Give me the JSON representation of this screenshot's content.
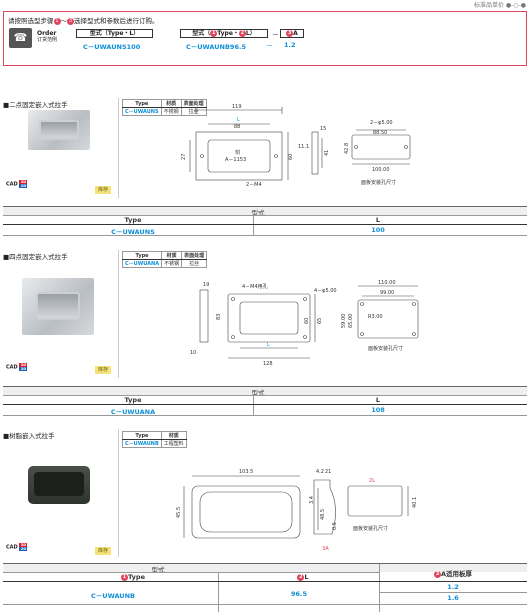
{
  "page": {
    "top_note": "标准品单价 ●-○-●"
  },
  "order": {
    "instruction": "请按照选型步骤",
    "step_start": "1",
    "tilde": "～",
    "step_end": "3",
    "instruction_tail": "选择型式和参数后进行订购。",
    "icon_label_en": "Order",
    "icon_label_cn": "订货范例",
    "box1_label": "型式（Type・L）",
    "box1_value": "C－UWAUNS100",
    "box2_label_a": "型式（",
    "box2_label_n1": "1",
    "box2_label_b": "Type・",
    "box2_label_n2": "2",
    "box2_label_c": "L）",
    "box2_value": "C－UWAUNB96.5",
    "dash": "－",
    "box3_n": "3",
    "box3_label": "A",
    "box3_value": "1.2"
  },
  "sections": [
    {
      "title": "■二点固定嵌入式拉手",
      "mat_headers": [
        "Type",
        "材质",
        "表面处理"
      ],
      "mat_row": [
        "C－UWAUNS",
        "不锈钢",
        "拉丝"
      ],
      "stock": "库存",
      "cad": "CAD",
      "cad_a": "3D",
      "cad_b": "2D",
      "table_title": "型式",
      "col1": "Type",
      "col2": "L",
      "row": [
        "C－UWAUNS",
        "100"
      ]
    },
    {
      "title": "■四点固定嵌入式拉手",
      "mat_headers": [
        "Type",
        "材质",
        "表面处理"
      ],
      "mat_row": [
        "C－UWUANA",
        "不锈钢",
        "拉丝"
      ],
      "stock": "库存",
      "cad": "CAD",
      "cad_a": "3D",
      "cad_b": "2D",
      "table_title": "型式",
      "col1": "Type",
      "col2": "L",
      "row": [
        "C－UWUANA",
        "108"
      ]
    },
    {
      "title": "■树脂嵌入式拉手",
      "mat_headers": [
        "Type",
        "材质"
      ],
      "mat_row": [
        "C－UWAUNB",
        "工程塑料"
      ],
      "stock": "库存",
      "cad": "CAD",
      "cad_a": "3D",
      "cad_b": "2D",
      "table_title": "型式",
      "col1_n": "1",
      "col1": "Type",
      "col2_n": "2",
      "col2": "L",
      "col3_n": "3",
      "col3": "A适用板厚",
      "row": [
        "C－UWAUNB",
        "96.5"
      ],
      "a_values": [
        "1.2",
        "1.6"
      ]
    }
  ],
  "drawings": {
    "d1": {
      "len": "119",
      "L": "L",
      "inner": "88",
      "h": "60",
      "h2": "27",
      "mark": "刻",
      "part": "A－1153",
      "t": "15",
      "t2": "11.1",
      "t3": "41",
      "m": "2－M4",
      "holes": "2－φ5.00",
      "w1": "88.50",
      "hh": "42.8",
      "w2": "100.00",
      "cap": "面板安装孔尺寸"
    },
    "d2": {
      "t1": "19",
      "h1": "83",
      "tap": "4－M4用孔",
      "h2": "65",
      "h3": "60",
      "L": "L",
      "w": "128",
      "t2": "10",
      "holes": "4－φ5.00",
      "w1": "110.00",
      "w2": "99.00",
      "h4": "65.00",
      "h5": "59.00",
      "r": "R3.00",
      "cap": "面板安装孔尺寸"
    },
    "d3": {
      "w": "103.5",
      "h": "45.5",
      "d1": "4.2",
      "d2": "21",
      "d3": "3.4",
      "d4": "48.5",
      "d5": "0.5",
      "L": "L",
      "n2": "2",
      "A": "A",
      "n3": "3",
      "h2": "40.1",
      "cap": "面板安装孔尺寸"
    }
  }
}
